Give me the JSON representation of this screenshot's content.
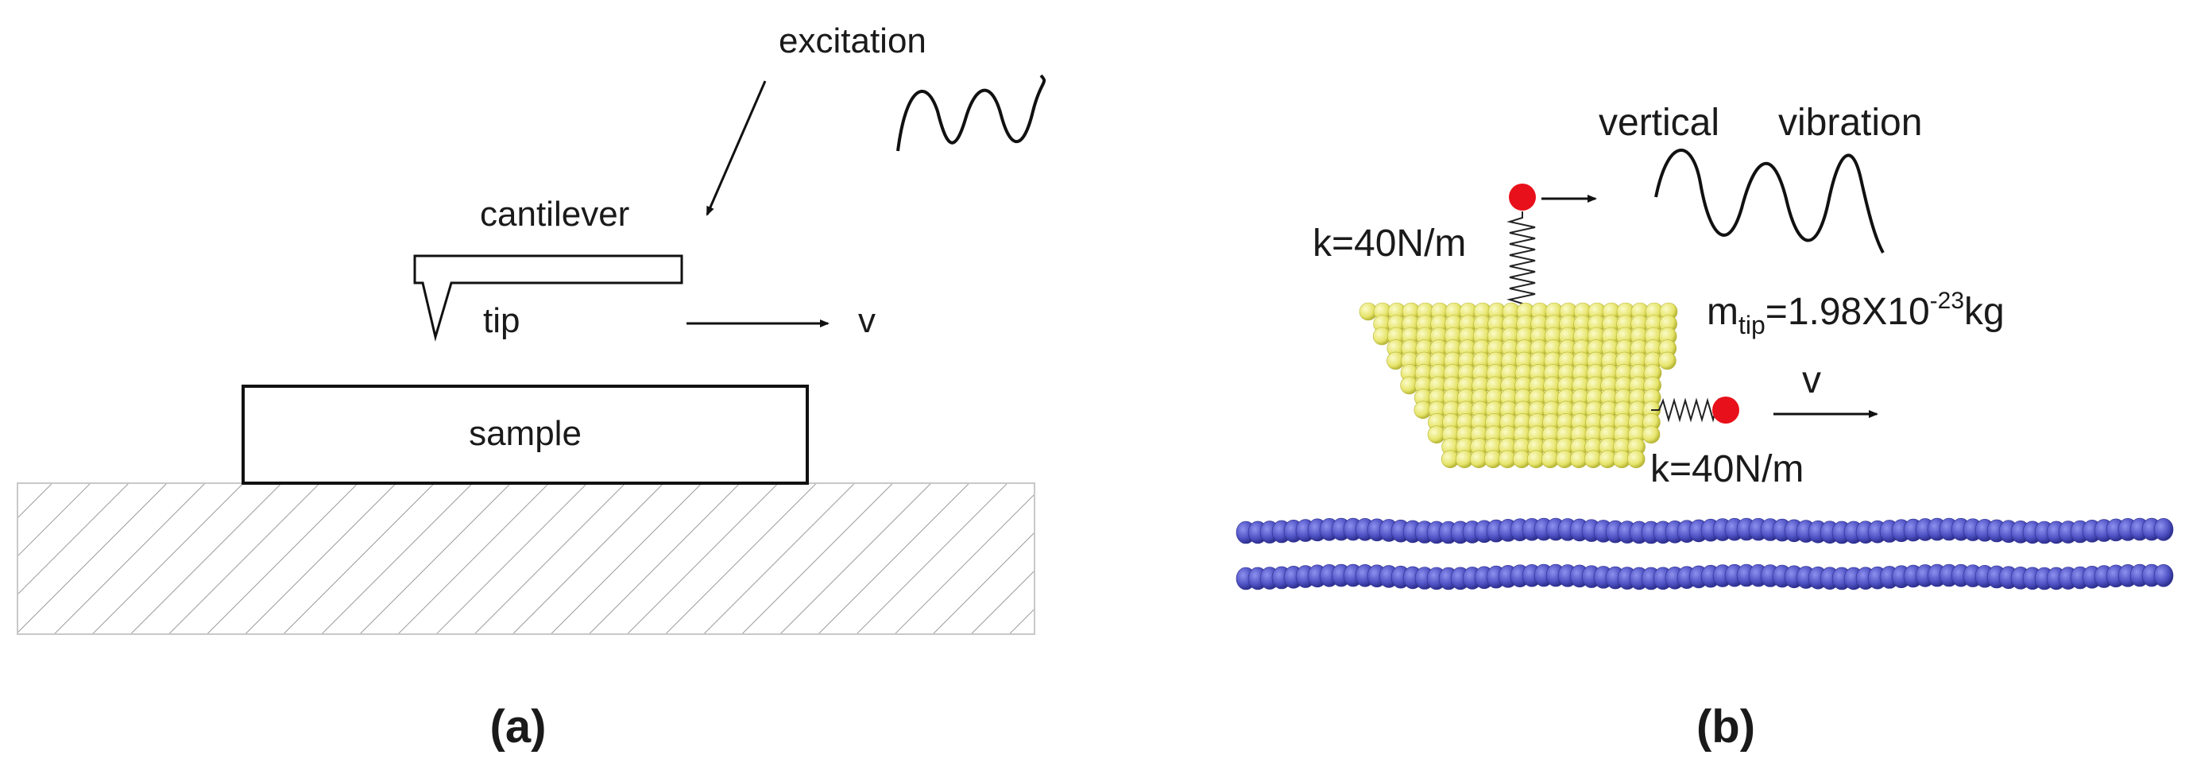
{
  "panel_a": {
    "excitation_label": "excitation",
    "cantilever_label": "cantilever",
    "tip_label": "tip",
    "velocity_label": "v",
    "sample_label": "sample",
    "caption": "(a)"
  },
  "panel_b": {
    "vibration_label_1": "vertical",
    "vibration_label_2": "vibration",
    "spring_top_label": "k=40N/m",
    "mass_label_m": "m",
    "mass_label_sub": "tip",
    "mass_label_mid": "=1.98X10",
    "mass_label_sup": "-23",
    "mass_label_unit": "kg",
    "velocity_label": "v",
    "spring_side_label": "k=40N/m",
    "caption": "(b)"
  },
  "colors": {
    "tip_atoms": "#ecec78",
    "tip_atom_edge": "#b7b63a",
    "substrate_atoms": "#4f52c4",
    "substrate_atom_edge": "#2e3090",
    "anchor_dot": "#e8101a",
    "hatch": "#9a9a9a",
    "line": "#111111"
  }
}
